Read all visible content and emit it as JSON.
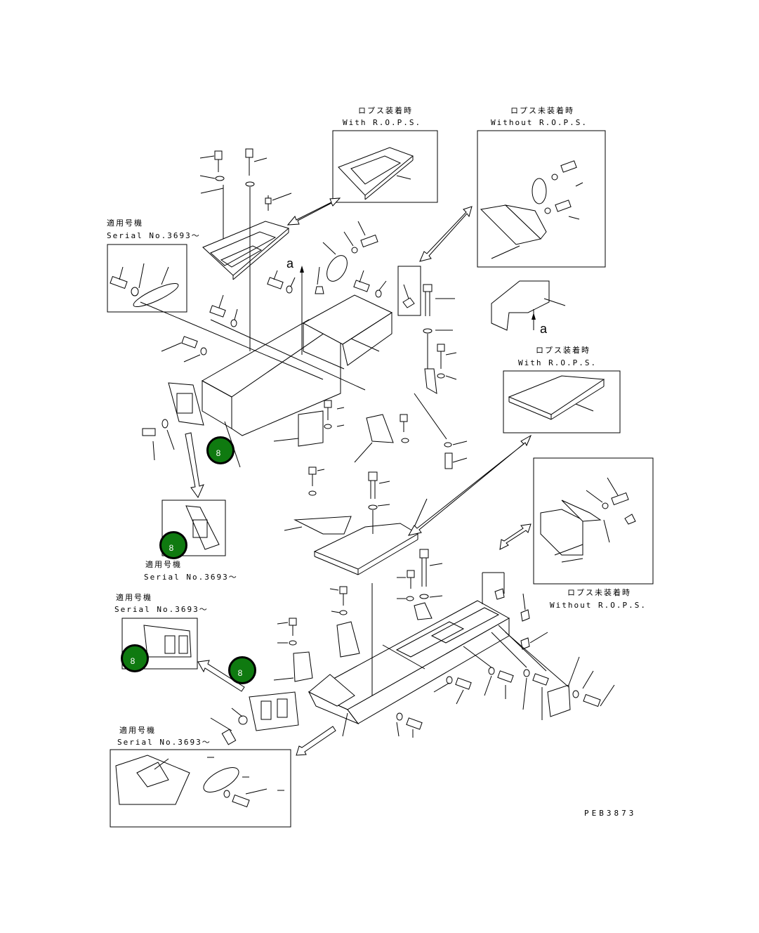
{
  "figure_code": "PEB3873",
  "arrow_letter": "a",
  "labels": {
    "with_rops_top_jp": "ロプス装着時",
    "with_rops_top_en": "With R.O.P.S.",
    "without_rops_top_jp": "ロプス未装着時",
    "without_rops_top_en": "Without R.O.P.S.",
    "with_rops_mid_jp": "ロプス装着時",
    "with_rops_mid_en": "With R.O.P.S.",
    "without_rops_lower_jp": "ロプス未装着時",
    "without_rops_lower_en": "Without R.O.P.S.",
    "serial_jp": "適用号機",
    "serial_en": "Serial No.3693～"
  },
  "callouts": [
    {
      "number": "8"
    },
    {
      "number": "8"
    },
    {
      "number": "8"
    },
    {
      "number": "8"
    }
  ],
  "colors": {
    "callout_fill": "#0f7a10",
    "callout_border": "#000000",
    "line": "#000000",
    "background": "#ffffff"
  }
}
